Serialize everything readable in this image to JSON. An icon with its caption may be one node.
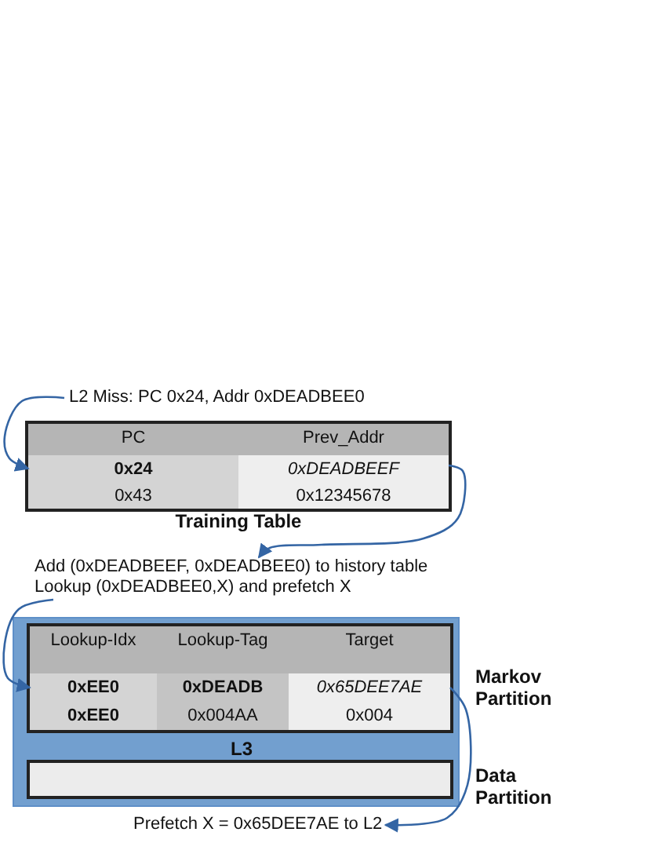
{
  "diagram": {
    "nodes": [
      {
        "text": [
          "L2 Miss: PC 0x24, Addr 0xDEADBEE0"
        ]
      },
      {
        "text": [
          "Training Table"
        ]
      },
      {
        "text": [
          "PC"
        ],
        "in": 1
      },
      {
        "text": [
          "Prev_Addr"
        ],
        "in": 1
      },
      {
        "text": [
          "0x24"
        ],
        "in": 1
      },
      {
        "text": [
          "0xDEADBEEF"
        ],
        "in": 1
      },
      {
        "text": [
          "0x43"
        ],
        "in": 1
      },
      {
        "text": [
          "0x12345678"
        ],
        "in": 1
      },
      {
        "text": [
          "Add (0xDEADBEEF, 0xDEADBEE0) to history table Lookup (0xDEADBEE0,X) and prefetch X"
        ]
      },
      {
        "text": [
          "L3"
        ]
      },
      {
        "text": [],
        "shape": "box",
        "in": 9,
        "beside": [
          "Markov Partition"
        ]
      },
      {
        "text": [
          "Lookup-Idx"
        ],
        "in": 10
      },
      {
        "text": [
          "Lookup-Tag"
        ],
        "in": 10
      },
      {
        "text": [
          "Target"
        ],
        "in": 10
      },
      {
        "text": [
          "0xEE0"
        ],
        "in": 10
      },
      {
        "text": [
          "0xDEADB"
        ],
        "in": 10
      },
      {
        "text": [
          "0x65DEE7AE"
        ],
        "in": 10
      },
      {
        "text": [
          "0xEE0"
        ],
        "in": 10
      },
      {
        "text": [
          "0x004AA"
        ],
        "in": 10
      },
      {
        "text": [
          "0x004"
        ],
        "in": 10
      },
      {
        "text": [],
        "shape": "box",
        "in": 9,
        "beside": [
          "Data Partition"
        ]
      },
      {
        "text": [
          "Prefetch X = 0x65DEE7AE to L2"
        ]
      }
    ],
    "edges": [
      {
        "from": 0,
        "to": 4,
        "arrow": "to"
      },
      {
        "from": 5,
        "to": 8,
        "arrow": "to"
      },
      {
        "from": 8,
        "to": 14,
        "arrow": "to"
      },
      {
        "from": 16,
        "to": 21,
        "arrow": "to"
      }
    ]
  }
}
